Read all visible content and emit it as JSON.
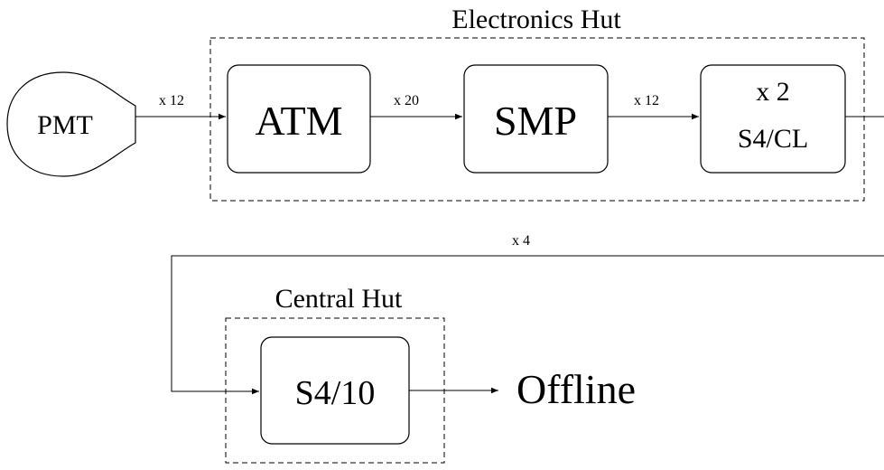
{
  "huts": {
    "electronics": "Electronics Hut",
    "central": "Central Hut"
  },
  "blocks": {
    "pmt": "PMT",
    "atm": "ATM",
    "smp": "SMP",
    "s4cl_mult": "x 2",
    "s4cl": "S4/CL",
    "s410": "S4/10",
    "offline": "Offline"
  },
  "links": {
    "pmt_atm": "x 12",
    "atm_smp": "x 20",
    "smp_s4cl": "x 12",
    "s4cl_s410": "x 4"
  }
}
